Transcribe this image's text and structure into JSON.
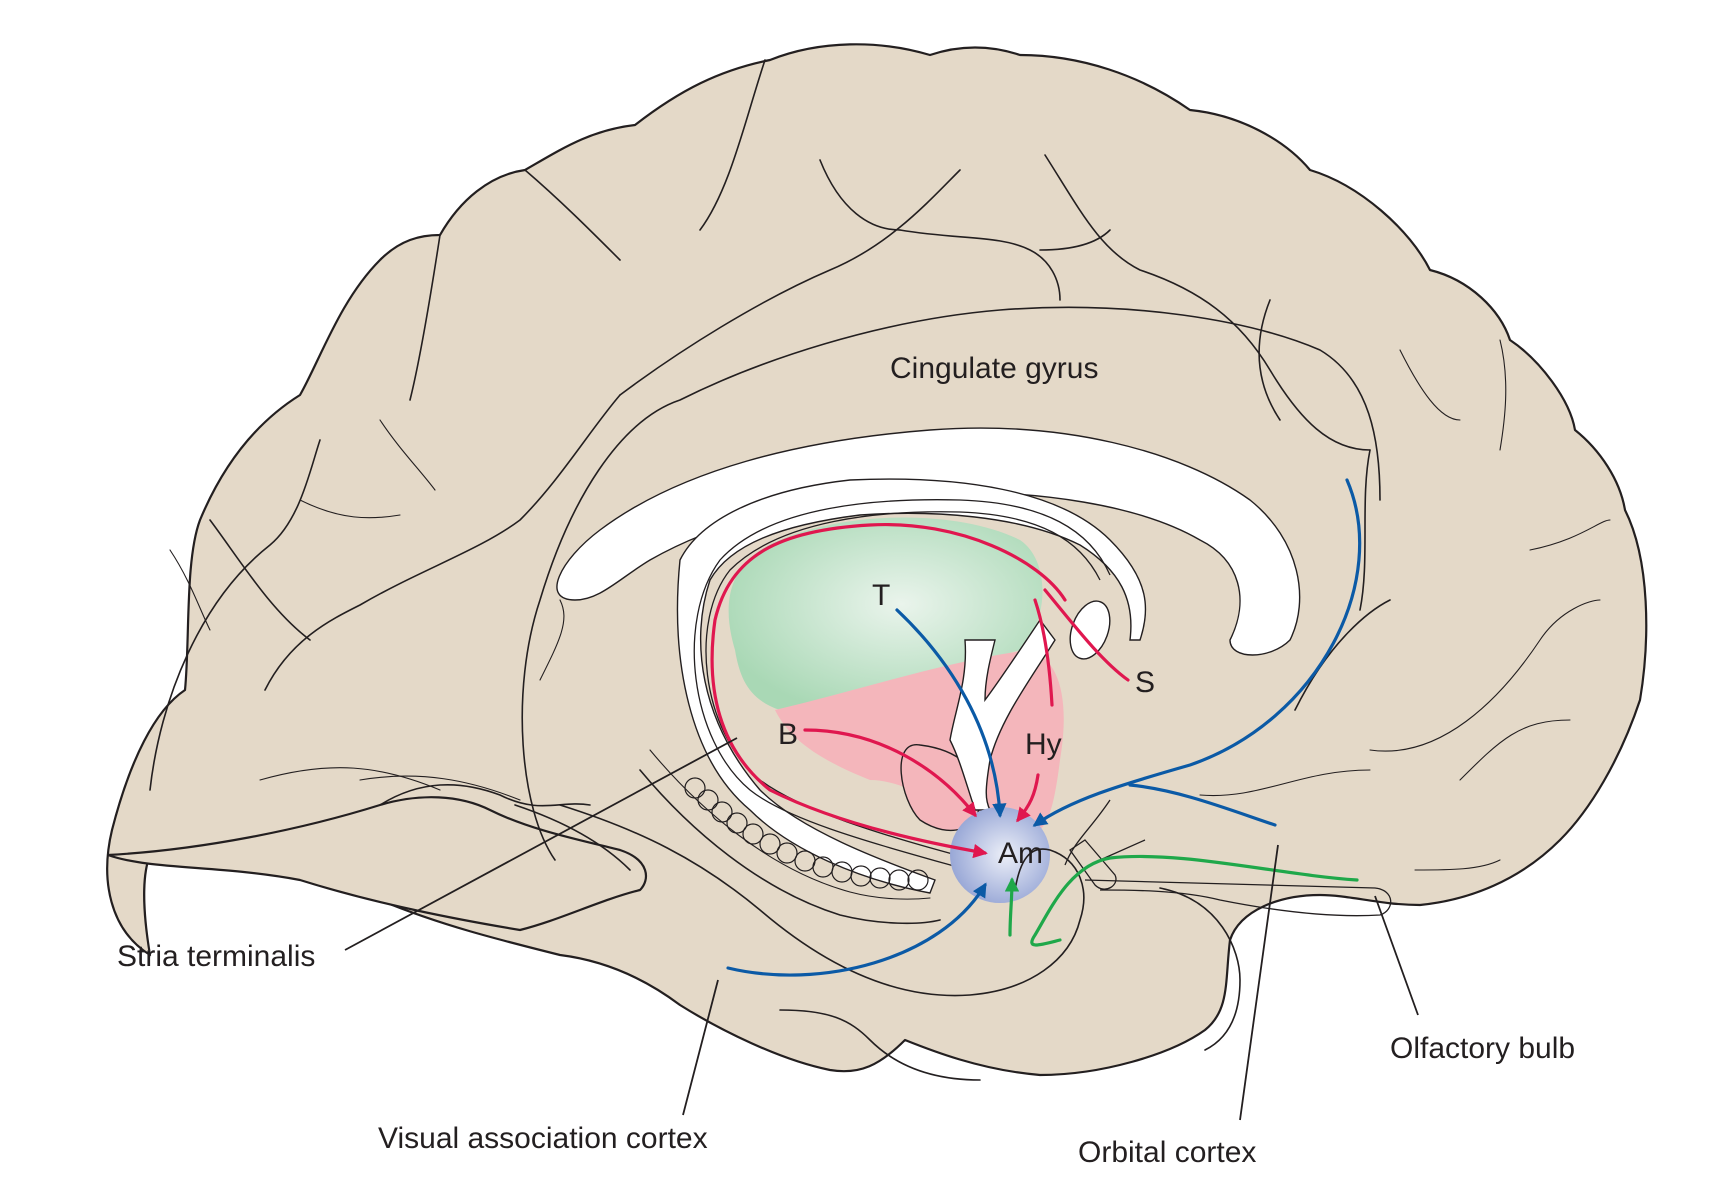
{
  "title": "Medial brain diagram: afferent connections to the amygdala",
  "colors": {
    "brain_fill": "#e4d9c8",
    "thalamus": "#a9d8b5",
    "hypothalamus": "#f4b6bb",
    "amygdala": "#a6b3dc",
    "limbic_pathway": "#e0174f",
    "cortical_pathway": "#0b5aa6",
    "olfactory_pathway": "#1fa84a"
  },
  "regions": {
    "cingulate": "Cingulate gyrus",
    "stria": "Stria terminalis",
    "visual": "Visual association cortex",
    "orbital": "Orbital cortex",
    "olfactory": "Olfactory bulb"
  },
  "nuclei": {
    "thalamus": "T",
    "septum": "S",
    "hypothalamus": "Hy",
    "brainstem": "B",
    "amygdala": "Am"
  },
  "pathways": [
    {
      "from": "T",
      "to": "Am",
      "color": "blue"
    },
    {
      "from": "S",
      "to": "Am",
      "color": "red"
    },
    {
      "from": "Hy",
      "to": "Am",
      "color": "red"
    },
    {
      "from": "B",
      "to": "Am",
      "color": "red"
    },
    {
      "from": "Stria terminalis",
      "to": "Am",
      "color": "red"
    },
    {
      "from": "Orbital cortex",
      "to": "Am",
      "color": "blue"
    },
    {
      "from": "Visual association cortex",
      "to": "Am",
      "color": "blue"
    },
    {
      "from": "Olfactory bulb",
      "to": "Am",
      "color": "green"
    }
  ]
}
